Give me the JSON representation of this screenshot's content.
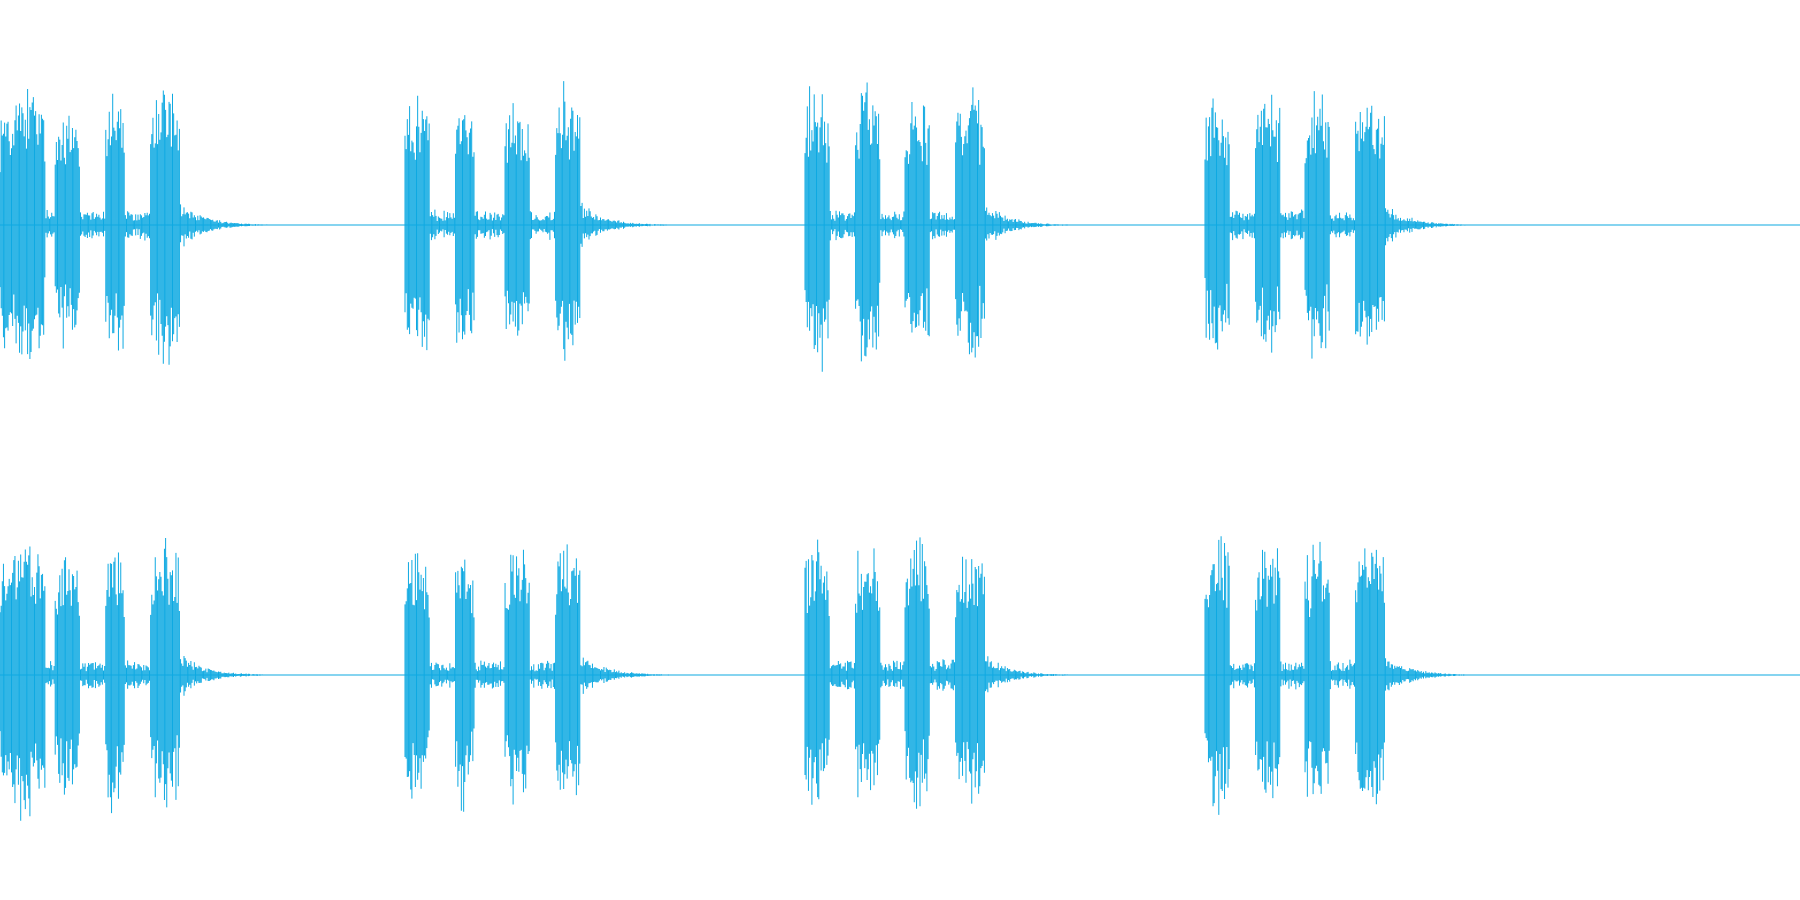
{
  "waveform": {
    "color": "#0ea9e2",
    "background": "#ffffff",
    "channels": [
      "channel-top",
      "channel-bottom"
    ],
    "clusters": [
      {
        "peaks": [
          {
            "start": 0,
            "end": 45,
            "amp": 0.98
          },
          {
            "start": 55,
            "end": 80,
            "amp": 0.86
          },
          {
            "start": 105,
            "end": 125,
            "amp": 0.96
          },
          {
            "start": 150,
            "end": 180,
            "amp": 0.98
          }
        ],
        "tail_end": 280
      },
      {
        "peaks": [
          {
            "start": 405,
            "end": 430,
            "amp": 0.92
          },
          {
            "start": 455,
            "end": 475,
            "amp": 0.9
          },
          {
            "start": 505,
            "end": 530,
            "amp": 0.9
          },
          {
            "start": 555,
            "end": 580,
            "amp": 0.93
          }
        ],
        "tail_end": 680
      },
      {
        "peaks": [
          {
            "start": 805,
            "end": 830,
            "amp": 0.96
          },
          {
            "start": 855,
            "end": 880,
            "amp": 0.96
          },
          {
            "start": 905,
            "end": 930,
            "amp": 0.93
          },
          {
            "start": 955,
            "end": 985,
            "amp": 0.92
          }
        ],
        "tail_end": 1080
      },
      {
        "peaks": [
          {
            "start": 1205,
            "end": 1230,
            "amp": 0.94
          },
          {
            "start": 1255,
            "end": 1280,
            "amp": 0.96
          },
          {
            "start": 1305,
            "end": 1330,
            "amp": 0.93
          },
          {
            "start": 1355,
            "end": 1385,
            "amp": 0.94
          }
        ],
        "tail_end": 1480
      }
    ]
  }
}
